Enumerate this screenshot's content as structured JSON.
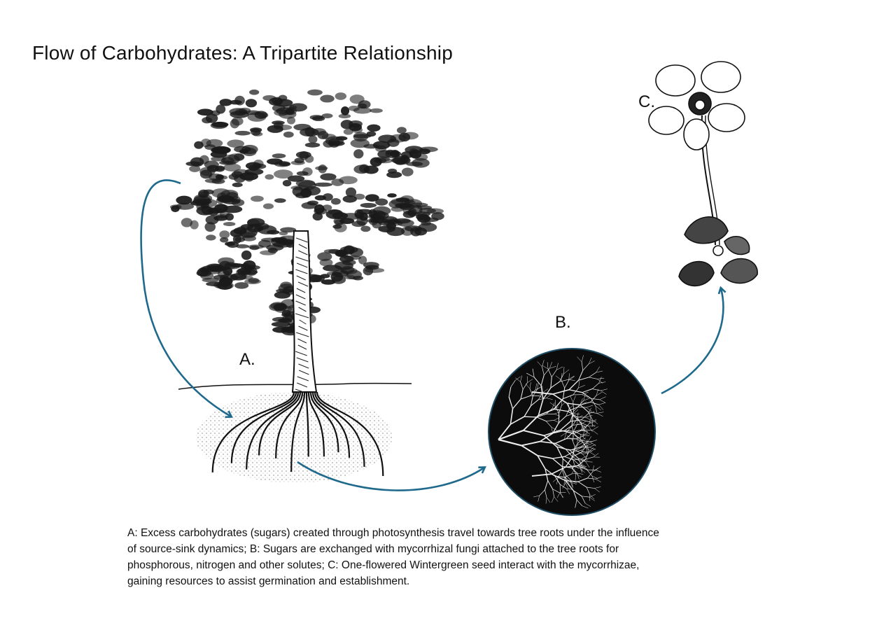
{
  "title": "Flow of Carbohydrates: A Tripartite Relationship",
  "labels": {
    "a": "A.",
    "b": "B.",
    "c": "C."
  },
  "caption_lines": [
    "A: Excess carbohydrates (sugars) created through photosynthesis travel towards tree roots under the influence",
    "of source-sink dynamics; B: Sugars are exchanged with mycorrhizal fungi attached to the tree roots for",
    "phosphorous, nitrogen and other solutes; C: One-flowered Wintergreen seed interact with the mycorrhizae,",
    "gaining resources to assist germination and establishment."
  ],
  "colors": {
    "arrow": "#1f6a8c",
    "ink": "#111111",
    "fungi_bg": "#0c0c0c"
  }
}
